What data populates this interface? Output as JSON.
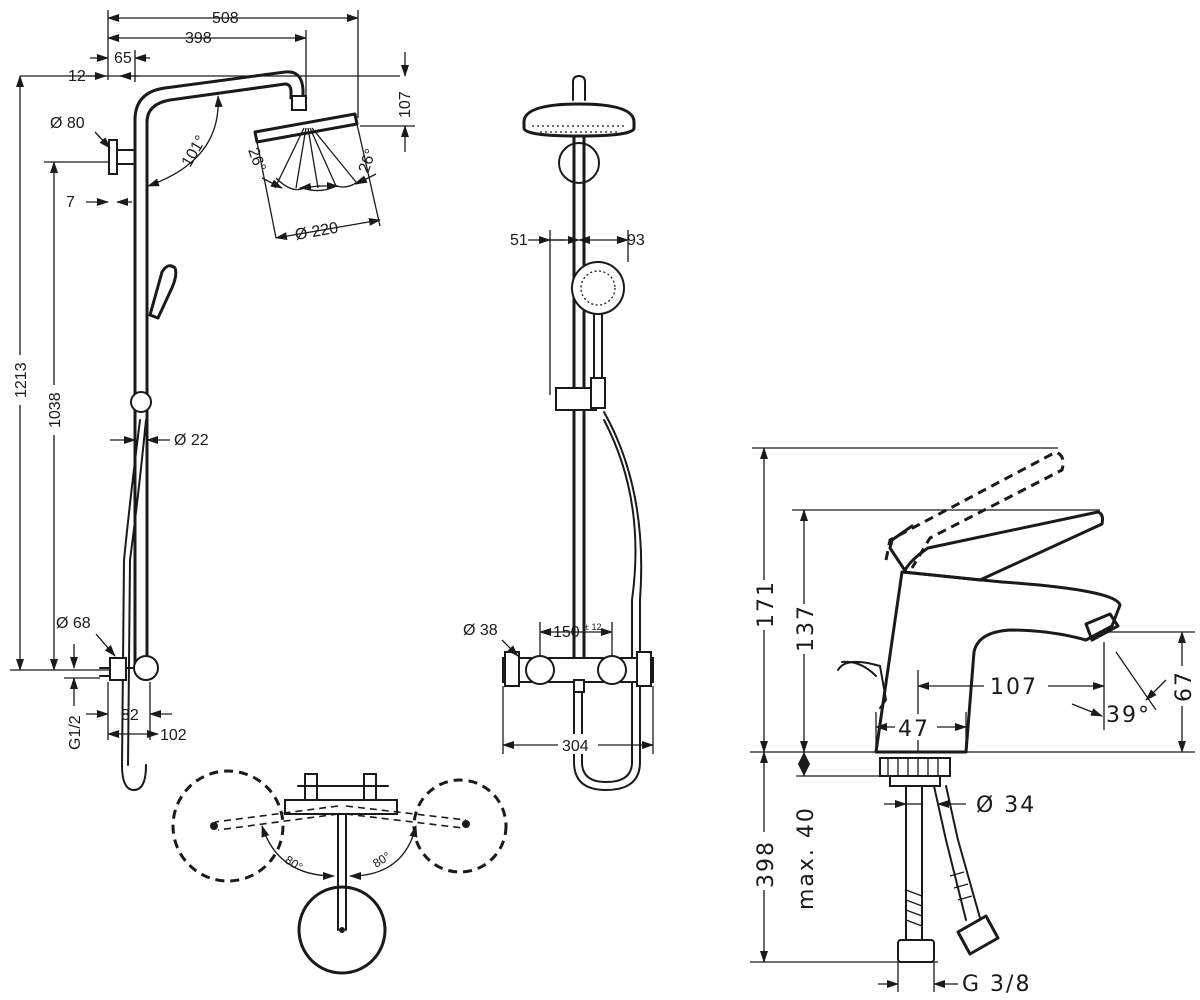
{
  "left_view": {
    "dim_508": "508",
    "dim_398": "398",
    "dim_65": "65",
    "dim_12": "12",
    "dim_107": "107",
    "dim_d80": "Ø 80",
    "dim_101deg": "101°",
    "dim_26deg_left": "26°",
    "dim_26deg_right": "26°",
    "dim_d220": "Ø 220",
    "dim_7": "7",
    "dim_1213": "1213",
    "dim_1038": "1038",
    "dim_d22": "Ø 22",
    "dim_d68": "Ø 68",
    "dim_g12": "G1/2",
    "dim_82": "82",
    "dim_102": "102"
  },
  "front_view": {
    "dim_51": "51",
    "dim_93": "93",
    "dim_d38": "Ø 38",
    "dim_150": "150",
    "dim_150_tol": "± 12",
    "dim_304": "304"
  },
  "plan_view": {
    "dim_80deg_left": "80°",
    "dim_80deg_right": "80°"
  },
  "faucet_view": {
    "dim_171": "171",
    "dim_137": "137",
    "dim_107": "107",
    "dim_67": "67",
    "dim_39deg": "39°",
    "dim_47": "47",
    "dim_d34": "Ø 34",
    "dim_398": "398",
    "dim_max40": "max. 40",
    "dim_g38": "G 3/8"
  }
}
